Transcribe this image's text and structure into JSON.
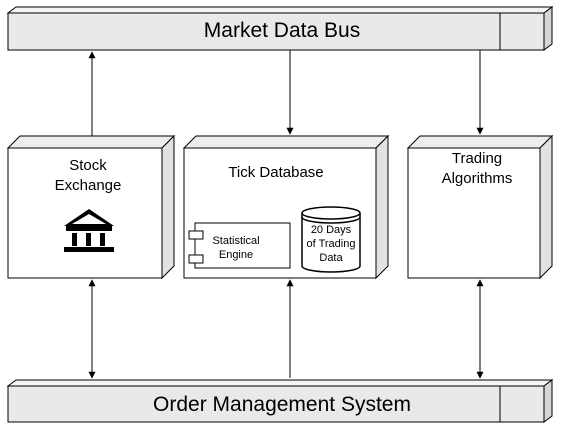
{
  "buses": {
    "top": {
      "label": "Market Data Bus"
    },
    "bottom": {
      "label": "Order Management System"
    }
  },
  "nodes": {
    "exchange": {
      "line1": "Stock",
      "line2": "Exchange",
      "icon": "bank-icon"
    },
    "tick_db": {
      "label": "Tick Database"
    },
    "statistical_engine": {
      "line1": "Statistical",
      "line2": "Engine",
      "icon": "component-icon"
    },
    "trading_data": {
      "line1": "20 Days",
      "line2": "of Trading",
      "line3": "Data",
      "icon": "database-cylinder-icon"
    },
    "trading_algorithms": {
      "line1": "Trading",
      "line2": "Algorithms"
    }
  },
  "colors": {
    "bus_fill": "#e9e9e9",
    "bus_top_face": "#f4f4f4",
    "bus_side_face": "#d6d6d6",
    "node_fill": "#ffffff",
    "node_shade": "#eeeeee",
    "stroke": "#000000"
  }
}
